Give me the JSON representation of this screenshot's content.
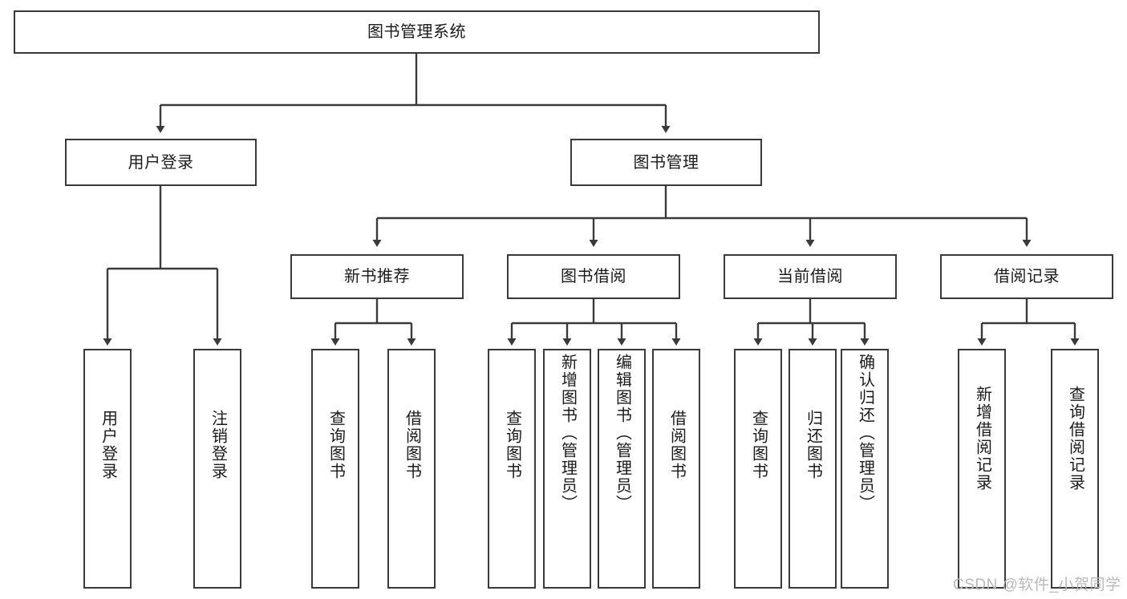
{
  "diagram": {
    "title": "图书管理系统",
    "type": "tree",
    "watermark": "CSDN @软件_小贺同学",
    "colors": {
      "box_border": "#3a3a3a",
      "box_fill": "#ffffff",
      "connector": "#3a3a3a",
      "text": "#1b1b1b",
      "watermark": "#b9b9b9"
    },
    "root": {
      "label": "图书管理系统"
    },
    "level2": [
      {
        "label": "用户登录"
      },
      {
        "label": "图书管理"
      }
    ],
    "level3": [
      {
        "label": "新书推荐"
      },
      {
        "label": "图书借阅"
      },
      {
        "label": "当前借阅"
      },
      {
        "label": "借阅记录"
      }
    ],
    "leaves": {
      "user_login": [
        {
          "label": "用户登录"
        },
        {
          "label": "注销登录"
        }
      ],
      "new_book_recommend": [
        {
          "label": "查询图书"
        },
        {
          "label": "借阅图书"
        }
      ],
      "book_borrow": [
        {
          "label": "查询图书"
        },
        {
          "label": "新增图书（管理员）"
        },
        {
          "label": "编辑图书（管理员）"
        },
        {
          "label": "借阅图书"
        }
      ],
      "current_borrow": [
        {
          "label": "查询图书"
        },
        {
          "label": "归还图书"
        },
        {
          "label": "确认归还（管理员）"
        }
      ],
      "borrow_record": [
        {
          "label": "新增借阅记录"
        },
        {
          "label": "查询借阅记录"
        }
      ]
    }
  }
}
